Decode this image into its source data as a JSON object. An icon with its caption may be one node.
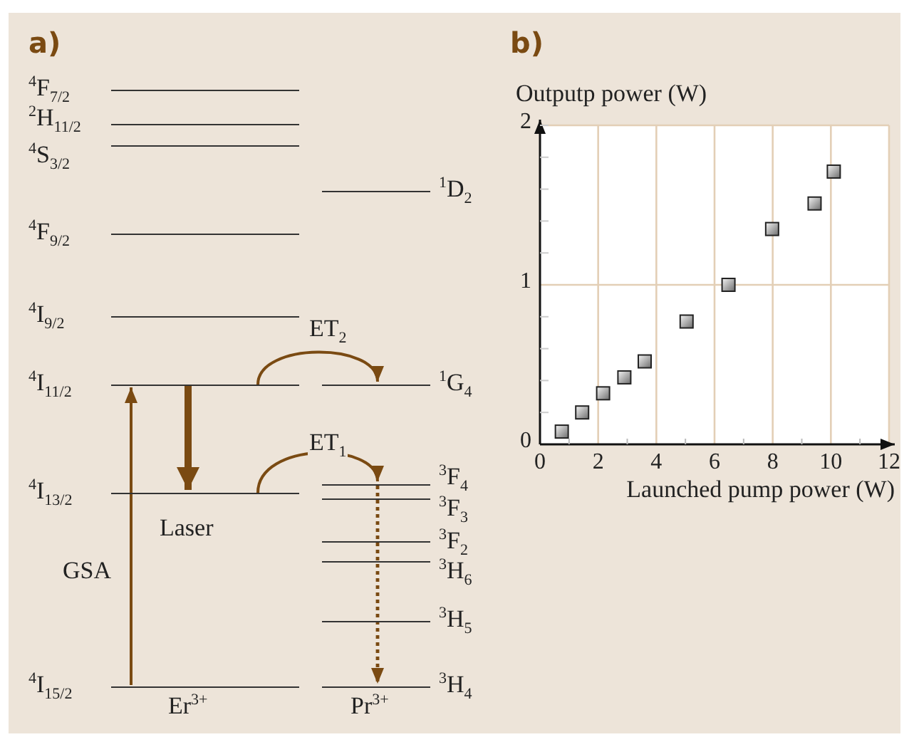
{
  "diagram": {
    "nodes": [
      {
        "text": [
          "$^{4}$F$_{7/2}$"
        ]
      },
      {
        "text": [
          "$^{2}$H$_{11/2}$"
        ]
      },
      {
        "text": [
          "$^{4}$S$_{3/2}$"
        ]
      },
      {
        "text": [
          "$^{4}$F$_{9/2}$"
        ]
      },
      {
        "text": [
          "$^{4}$I$_{9/2}$"
        ]
      },
      {
        "text": [
          "$^{4}$I$_{11/2}$"
        ]
      },
      {
        "text": [
          "$^{4}$I$_{13/2}$"
        ]
      },
      {
        "text": [
          "$^{4}$I$_{15/2}$"
        ]
      },
      {
        "text": [
          "$^{1}$D$_{2}$"
        ]
      },
      {
        "text": [
          "$^{1}$G$_{4}$"
        ]
      },
      {
        "text": [
          "$^{3}$F$_{4}$"
        ]
      },
      {
        "text": [
          "$^{3}$F$_{3}$"
        ]
      },
      {
        "text": [
          "$^{3}$F$_{2}$"
        ]
      },
      {
        "text": [
          "$^{3}$H$_{6}$"
        ]
      },
      {
        "text": [
          "$^{3}$H$_{5}$"
        ]
      },
      {
        "text": [
          "$^{3}$H$_{4}$"
        ]
      }
    ],
    "edges": [
      {
        "from": 7,
        "to": 5,
        "arrow": "to",
        "label": "GSA"
      },
      {
        "from": 5,
        "to": 6,
        "arrow": "to",
        "label": "Laser",
        "style": "thick"
      },
      {
        "from": 5,
        "to": 9,
        "arrow": "to",
        "label": "ET$_{2}$"
      },
      {
        "from": 6,
        "to": 10,
        "arrow": "to",
        "label": "ET$_{1}$"
      },
      {
        "from": 10,
        "to": 15,
        "arrow": "to",
        "style": "dashed"
      }
    ],
    "labels": [
      "a)",
      "Er$^{3+}$",
      "Pr$^{3+}$",
      "b)"
    ],
    "chart_data": {
      "type": "scatter",
      "xlabel": "Launched pump power (W)",
      "ylabel": "Outputp power (W)",
      "grid": true,
      "xlim": [
        0,
        12
      ],
      "ylim": [
        0,
        2
      ],
      "xticks": [
        0,
        2,
        4,
        6,
        8,
        10,
        12
      ],
      "yticks": [
        0,
        1,
        2
      ],
      "series": [
        {
          "x": [
            0.75,
            1.45,
            2.17,
            2.9,
            3.6,
            5.04,
            6.48,
            7.98,
            9.44,
            10.1
          ],
          "values": [
            0.08,
            0.2,
            0.32,
            0.42,
            0.52,
            0.77,
            1.0,
            1.35,
            1.51,
            1.71
          ]
        }
      ]
    }
  }
}
